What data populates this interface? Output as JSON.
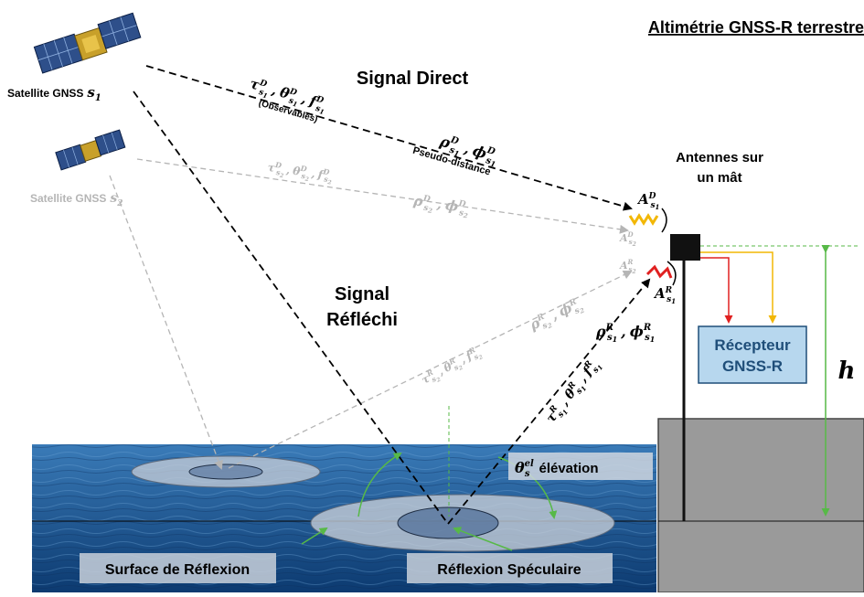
{
  "title": "Altimétrie GNSS-R terrestre",
  "satellites": {
    "s1_label": "Satellite GNSS",
    "s1_sym": "s",
    "s1_sub": "1",
    "s2_label": "Satellite GNSS",
    "s2_sym": "s",
    "s2_sub": "2"
  },
  "signal_direct": "Signal Direct",
  "signal_reflechi_line1": "Signal",
  "signal_reflechi_line2": "Réfléchi",
  "observables_note": "(Observables)",
  "pseudo_distance": "Pseudo-distance",
  "antennas_line1": "Antennes sur",
  "antennas_line2": "un mât",
  "receiver_line1": "Récepteur",
  "receiver_line2": "GNSS-R",
  "height_symbol": "h",
  "elevation_word": "élévation",
  "surface_label": "Surface de Réflexion",
  "specular_label": "Réflexion Spéculaire",
  "symbols": {
    "tau": "τ",
    "theta": "θ",
    "f": "f",
    "rho": "ρ",
    "phi": "ϕ",
    "A": "A",
    "s": "s",
    "D": "D",
    "R": "R",
    "el": "el",
    "sep": ",",
    "one": "1",
    "two": "2"
  },
  "colors": {
    "water_top": "#2b6aa6",
    "water_bottom": "#0e3f78",
    "ground": "#9a9a9a",
    "receiver_fill": "#b7d7ee",
    "receiver_text": "#1f4e79",
    "mast_box": "#111111",
    "yellow": "#f2b705",
    "red": "#e02020",
    "green": "#57b947",
    "gray": "#b5b5b5"
  },
  "icons": {
    "satellite": "satellite-icon",
    "antenna": "antenna-icon"
  }
}
